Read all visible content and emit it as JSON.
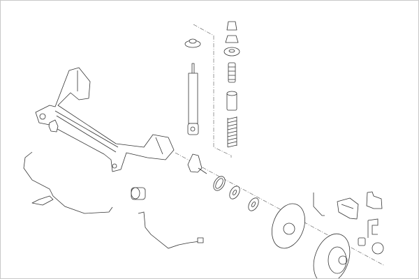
{
  "colors": {
    "line": "#333333",
    "background": "#ffffff",
    "border": "#c8c8c8"
  },
  "parts": [
    "axle-beam",
    "axle-bushing",
    "shock-absorber",
    "strut-mount",
    "bump-stop",
    "dust-cover",
    "coil-spring",
    "spring-seat",
    "wheel-carrier",
    "seal-ring",
    "bearing",
    "backing-plate",
    "brake-disc",
    "wheel-nut",
    "hub-cap",
    "brake-hose",
    "brake-caliper",
    "brake-pads",
    "caliper-bracket",
    "abs-sensor",
    "brake-cable"
  ]
}
